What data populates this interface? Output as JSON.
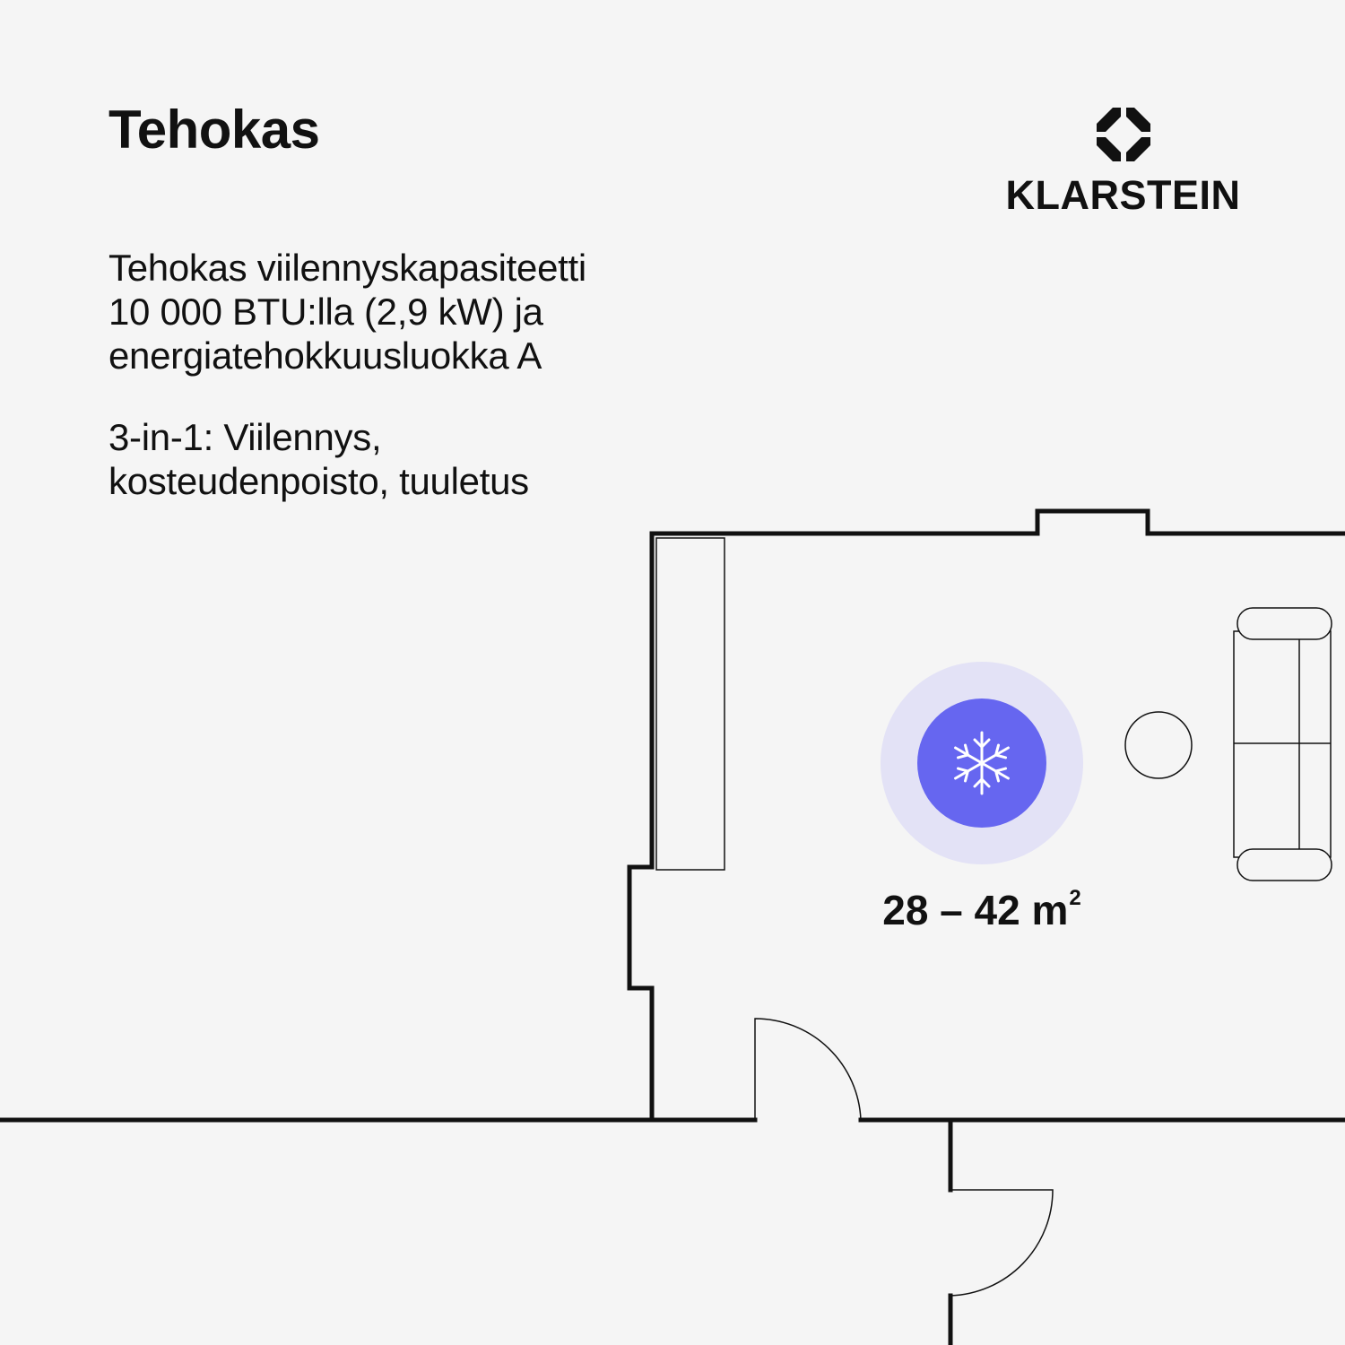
{
  "header": {
    "title": "Tehokas"
  },
  "brand": {
    "name": "KLARSTEIN",
    "logo_icon": "klarstein-logo-icon"
  },
  "features": {
    "capacity_lines": [
      "Tehokas viilennyskapasiteetti",
      "10 000 BTU:lla (2,9 kW) ja",
      "energiatehokkuusluokka A"
    ],
    "modes_lines": [
      "3-in-1: Viilennys,",
      "kosteudenpoisto, tuuletus"
    ]
  },
  "coverage": {
    "range": "28 – 42 m",
    "unit_superscript": "2",
    "icon": "snowflake-icon"
  },
  "colors": {
    "background": "#f5f5f5",
    "text": "#111111",
    "accent": "#6666f0",
    "accent_halo": "#e3e2f6"
  }
}
